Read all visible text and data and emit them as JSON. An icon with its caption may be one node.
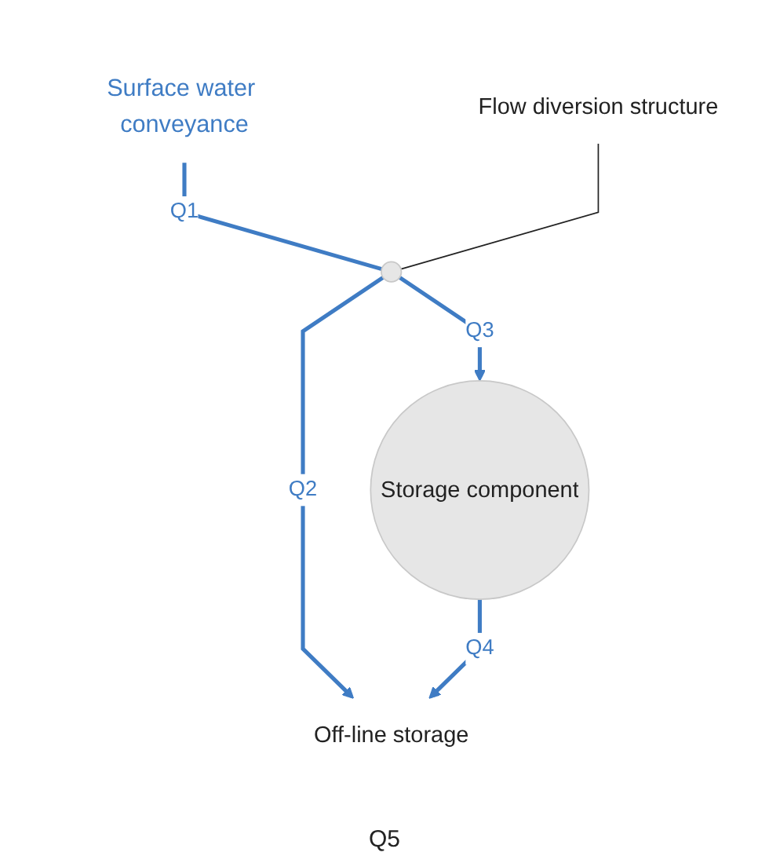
{
  "diagram": {
    "nodes": [
      {
        "text": [
          "Surface water conveyance"
        ]
      },
      {
        "text": [],
        "shape": "circle"
      },
      {
        "text": [
          "Flow diversion structure"
        ]
      },
      {
        "text": [
          "Storage component"
        ]
      },
      {
        "text": [
          "Off-line storage"
        ]
      }
    ],
    "edges": [
      {
        "from": 0,
        "to": 1,
        "label": "Q1",
        "arrow": "none"
      },
      {
        "from": 1,
        "to": 3,
        "label": "Q3",
        "arrow": "to"
      },
      {
        "from": 2,
        "to": 1,
        "arrow": "none",
        "color": "#222222"
      },
      {
        "from": 1,
        "to": 4,
        "label": "Q2",
        "arrow": "to"
      },
      {
        "from": 3,
        "to": 4,
        "label": "Q4",
        "arrow": "to"
      }
    ],
    "labels": [
      "Q5"
    ]
  }
}
